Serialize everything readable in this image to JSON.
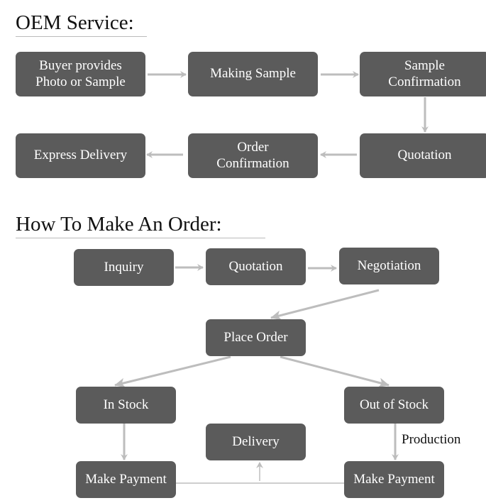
{
  "oem": {
    "title": "OEM Service:",
    "steps": [
      {
        "id": "buyer-provides",
        "label": "Buyer provides\nPhoto or Sample"
      },
      {
        "id": "making-sample",
        "label": "Making Sample"
      },
      {
        "id": "sample-confirmation",
        "label": "Sample\nConfirmation"
      },
      {
        "id": "quotation",
        "label": "Quotation"
      },
      {
        "id": "order-confirmation",
        "label": "Order\nConfirmation"
      },
      {
        "id": "express-delivery",
        "label": "Express Delivery"
      }
    ]
  },
  "order": {
    "title": "How To Make An Order:",
    "steps": [
      {
        "id": "inquiry",
        "label": "Inquiry"
      },
      {
        "id": "quotation",
        "label": "Quotation"
      },
      {
        "id": "negotiation",
        "label": "Negotiation"
      },
      {
        "id": "place-order",
        "label": "Place Order"
      },
      {
        "id": "in-stock",
        "label": "In Stock"
      },
      {
        "id": "out-of-stock",
        "label": "Out of Stock"
      },
      {
        "id": "delivery",
        "label": "Delivery"
      },
      {
        "id": "make-payment-left",
        "label": "Make Payment"
      },
      {
        "id": "make-payment-right",
        "label": "Make Payment"
      }
    ],
    "production_label": "Production"
  },
  "colors": {
    "box": "#5b5b5b",
    "arrow": "#bdbdbd",
    "text": "#ffffff"
  }
}
